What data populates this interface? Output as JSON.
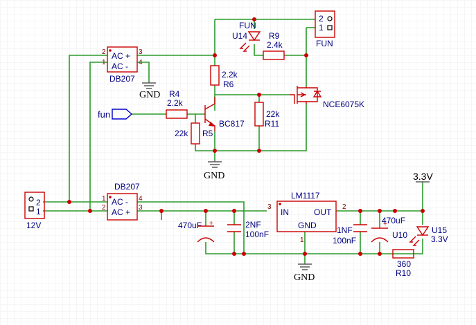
{
  "colors": {
    "wire": "#2a9a2a",
    "component": "#cc0000",
    "label": "#000080",
    "pin_number": "#800000",
    "net_flag": "#0000cc",
    "grid": "#eeeeee"
  },
  "components": {
    "dc_fan_conn": {
      "name": "FUN",
      "pin1": "1",
      "pin2": "2"
    },
    "dc_in_conn": {
      "name": "12V",
      "pin1": "1",
      "pin2": "2"
    },
    "bridge_top": {
      "name": "DB207",
      "ac_plus": "AC +",
      "ac_minus": "AC  -",
      "p1": "1",
      "p2": "2",
      "p3": "3",
      "p4": "4"
    },
    "bridge_bottom": {
      "name": "DB207",
      "ac_minus": "AC  -",
      "ac_plus": "AC +",
      "p1": "1",
      "p2": "2",
      "p3": "3",
      "p4": "4"
    },
    "led_fun": {
      "label": "FUN",
      "ref": "U14"
    },
    "r9": {
      "ref": "R9",
      "value": "2.4k"
    },
    "r6": {
      "value": "2.2k",
      "ref": "R6"
    },
    "r4": {
      "ref": "R4",
      "value": "2.2k"
    },
    "r5": {
      "value": "22k",
      "ref": "R5"
    },
    "r11": {
      "value": "22k",
      "ref": "R11"
    },
    "q_bjt": {
      "ref": "BC817"
    },
    "q_mos": {
      "ref": "NCE6075K"
    },
    "regulator": {
      "name": "LM1117",
      "in": "IN",
      "out": "OUT",
      "gnd": "GND",
      "pin_in": "3",
      "pin_out": "2",
      "pin_gnd": "1"
    },
    "c_in_bulk": {
      "value": "470uF"
    },
    "c_in_small": {
      "value1": "2NF",
      "value2": "100nF"
    },
    "c_out_small": {
      "value1": "1NF",
      "value2": "100nF"
    },
    "c_out_bulk": {
      "value": "470uF",
      "ref": "U10"
    },
    "led_pwr": {
      "ref": "U15",
      "value": "3.3V"
    },
    "r10": {
      "value": "360",
      "ref": "R10"
    }
  },
  "nets": {
    "gnd_top": "GND",
    "gnd_mid": "GND",
    "gnd_bottom": "GND",
    "vcc_3v3": "3.3V",
    "fun_flag": "fun"
  }
}
